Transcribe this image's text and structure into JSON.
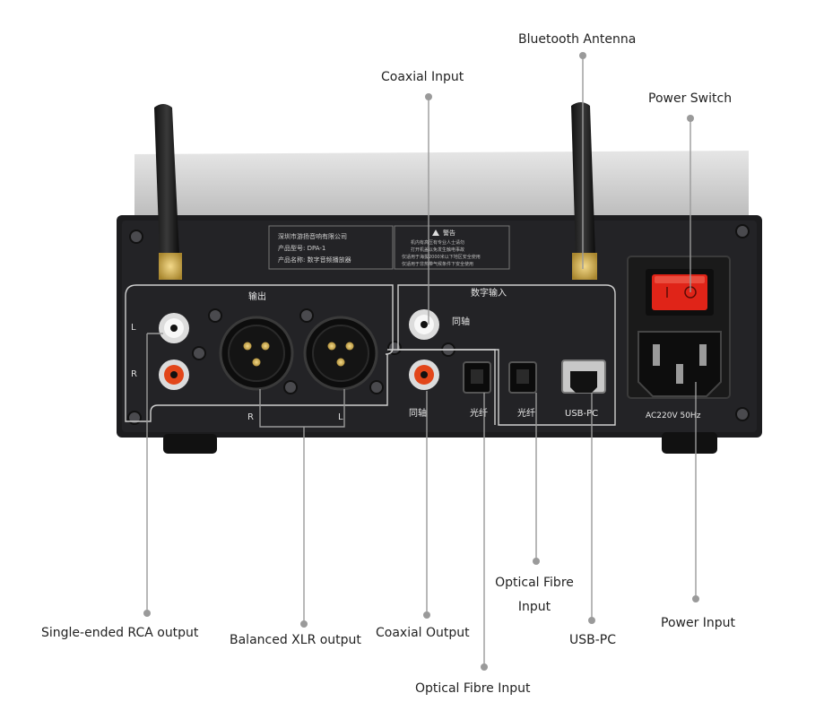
{
  "callouts": {
    "bluetooth_antenna": "Bluetooth Antenna",
    "coaxial_input": "Coaxial Input",
    "power_switch": "Power Switch",
    "rca_output": "Single-ended RCA output",
    "xlr_output": "Balanced XLR output",
    "coaxial_output": "Coaxial Output",
    "optical_input_upper_line1": "Optical Fibre",
    "optical_input_upper_line2": "Input",
    "usb_pc": "USB-PC",
    "power_input": "Power Input",
    "optical_input_bottom": "Optical Fibre Input"
  },
  "panel": {
    "label_company": "深圳市游扬音响有限公司",
    "label_model": "产品型号: DPA-1",
    "label_name": "产品名称: 数字音频播放器",
    "warning_title": "警告",
    "warning_line1": "机内有高压有专业人士请勿",
    "warning_line2": "打开机盖以免发生触电事故",
    "warning_line3": "仅适用于海拔2000米以下地区安全使用",
    "warning_line4": "仅适用于非热带气候条件下安全使用",
    "output_title": "输出",
    "digital_input_title": "数字输入",
    "rca_l": "L",
    "rca_r": "R",
    "xlr_r": "R",
    "xlr_l": "L",
    "coax_in_label": "同轴",
    "coax_out_label": "同轴",
    "optical_out_label": "光纤",
    "optical_in_label": "光纤",
    "usb_label": "USB-PC",
    "power_rating": "AC220V 50Hz"
  },
  "colors": {
    "chassis": "#1c1c1e",
    "panel": "#232326",
    "leader_line": "#9a9a9a",
    "switch_red": "#e02418"
  }
}
